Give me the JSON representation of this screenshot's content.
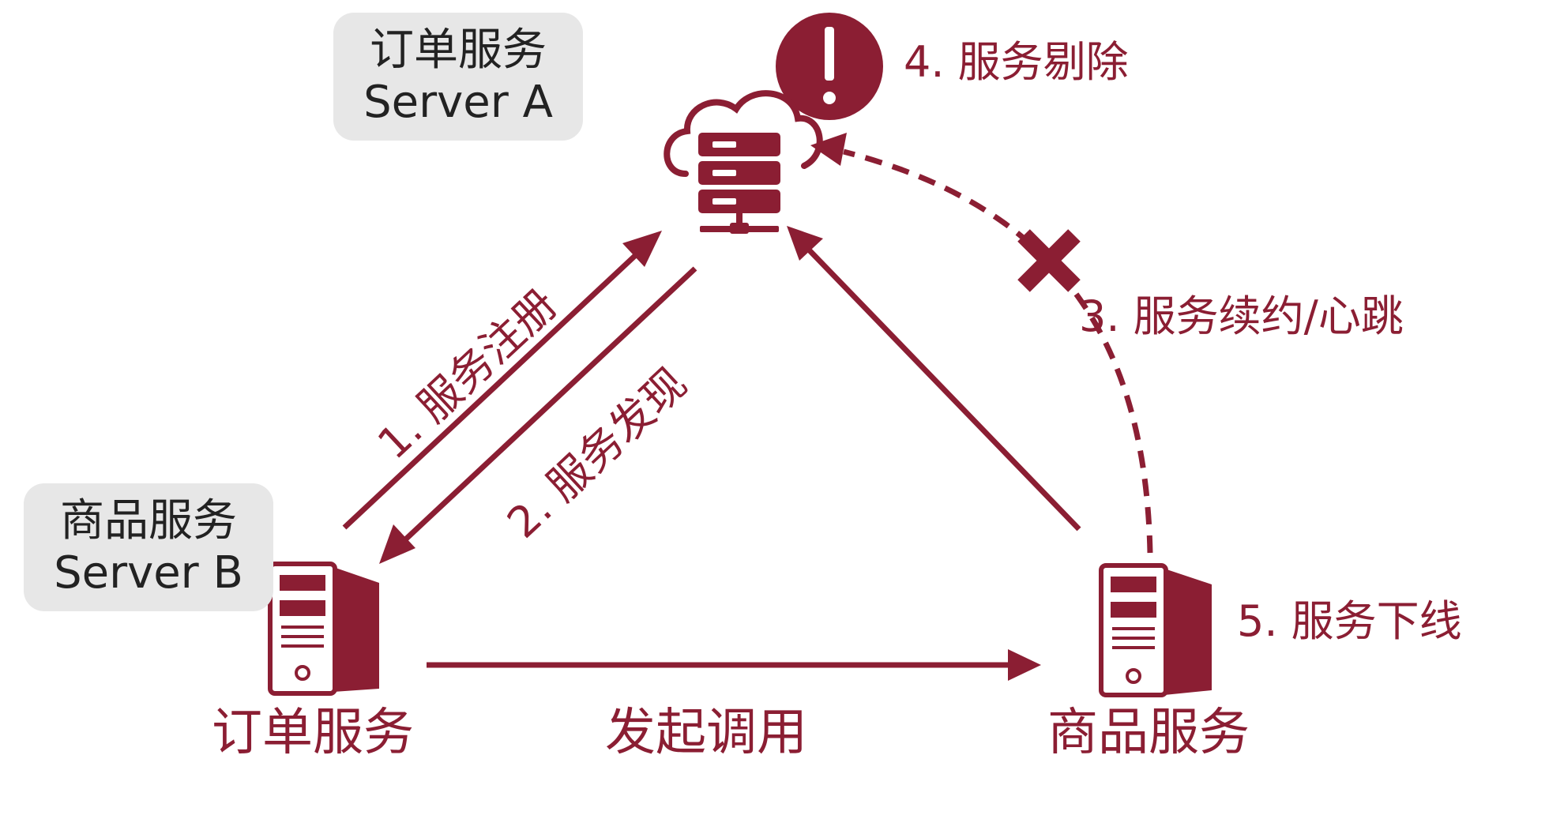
{
  "registry_box": {
    "line1": "订单服务",
    "line2": "Server A"
  },
  "consumer_box": {
    "line1": "商品服务",
    "line2": "Server B"
  },
  "steps": {
    "register": "1. 服务注册",
    "discover": "2. 服务发现",
    "heartbeat": "3. 服务续约/心跳",
    "evict": "4. 服务剔除",
    "offline": "5. 服务下线"
  },
  "nodes": {
    "order_service": "订单服务",
    "product_service": "商品服务"
  },
  "invoke_label": "发起调用",
  "icons": {
    "registry": "cloud-server-icon",
    "order": "server-tower-icon",
    "product": "server-tower-icon",
    "alert": "exclamation-icon",
    "failure": "cross-icon"
  },
  "colors": {
    "primary": "#8b1e33",
    "label_bg": "#e7e7e7",
    "label_text": "#222222"
  }
}
